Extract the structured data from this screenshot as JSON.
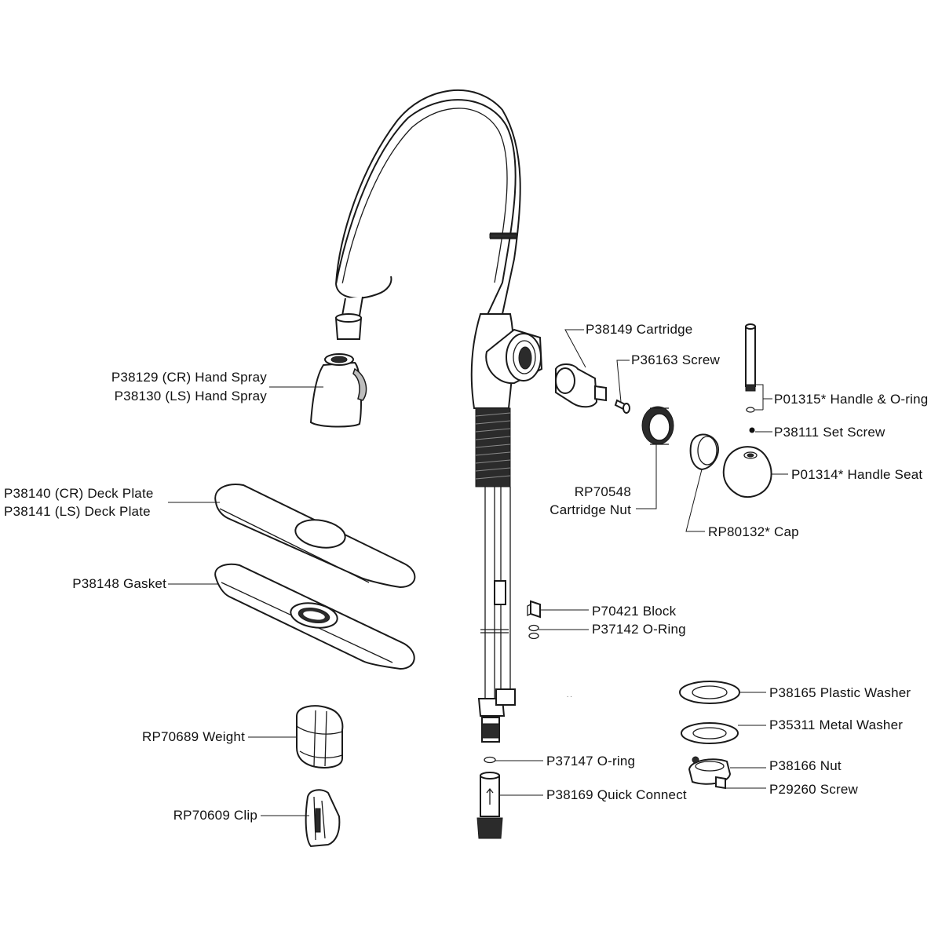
{
  "labels": {
    "cartridge": "P38149 Cartridge",
    "screw": "P36163 Screw",
    "handle_oring": "P01315* Handle & O-ring",
    "set_screw": "P38111 Set Screw",
    "handle_seat": "P01314* Handle Seat",
    "cartridge_nut_1": "RP70548",
    "cartridge_nut_2": "Cartridge Nut",
    "cap": "RP80132* Cap",
    "hand_spray_cr": "P38129 (CR) Hand Spray",
    "hand_spray_ls": "P38130 (LS) Hand Spray",
    "deck_plate_cr": "P38140 (CR) Deck Plate",
    "deck_plate_ls": "P38141 (LS) Deck Plate",
    "gasket": "P38148 Gasket",
    "block": "P70421 Block",
    "oring_37142": "P37142 O-Ring",
    "plastic_washer": "P38165 Plastic Washer",
    "metal_washer": "P35311 Metal Washer",
    "nut": "P38166 Nut",
    "screw_29260": "P29260 Screw",
    "weight": "RP70689 Weight",
    "oring_37147": "P37147 O-ring",
    "quick_connect": "P38169 Quick Connect",
    "clip": "RP70609 Clip"
  }
}
